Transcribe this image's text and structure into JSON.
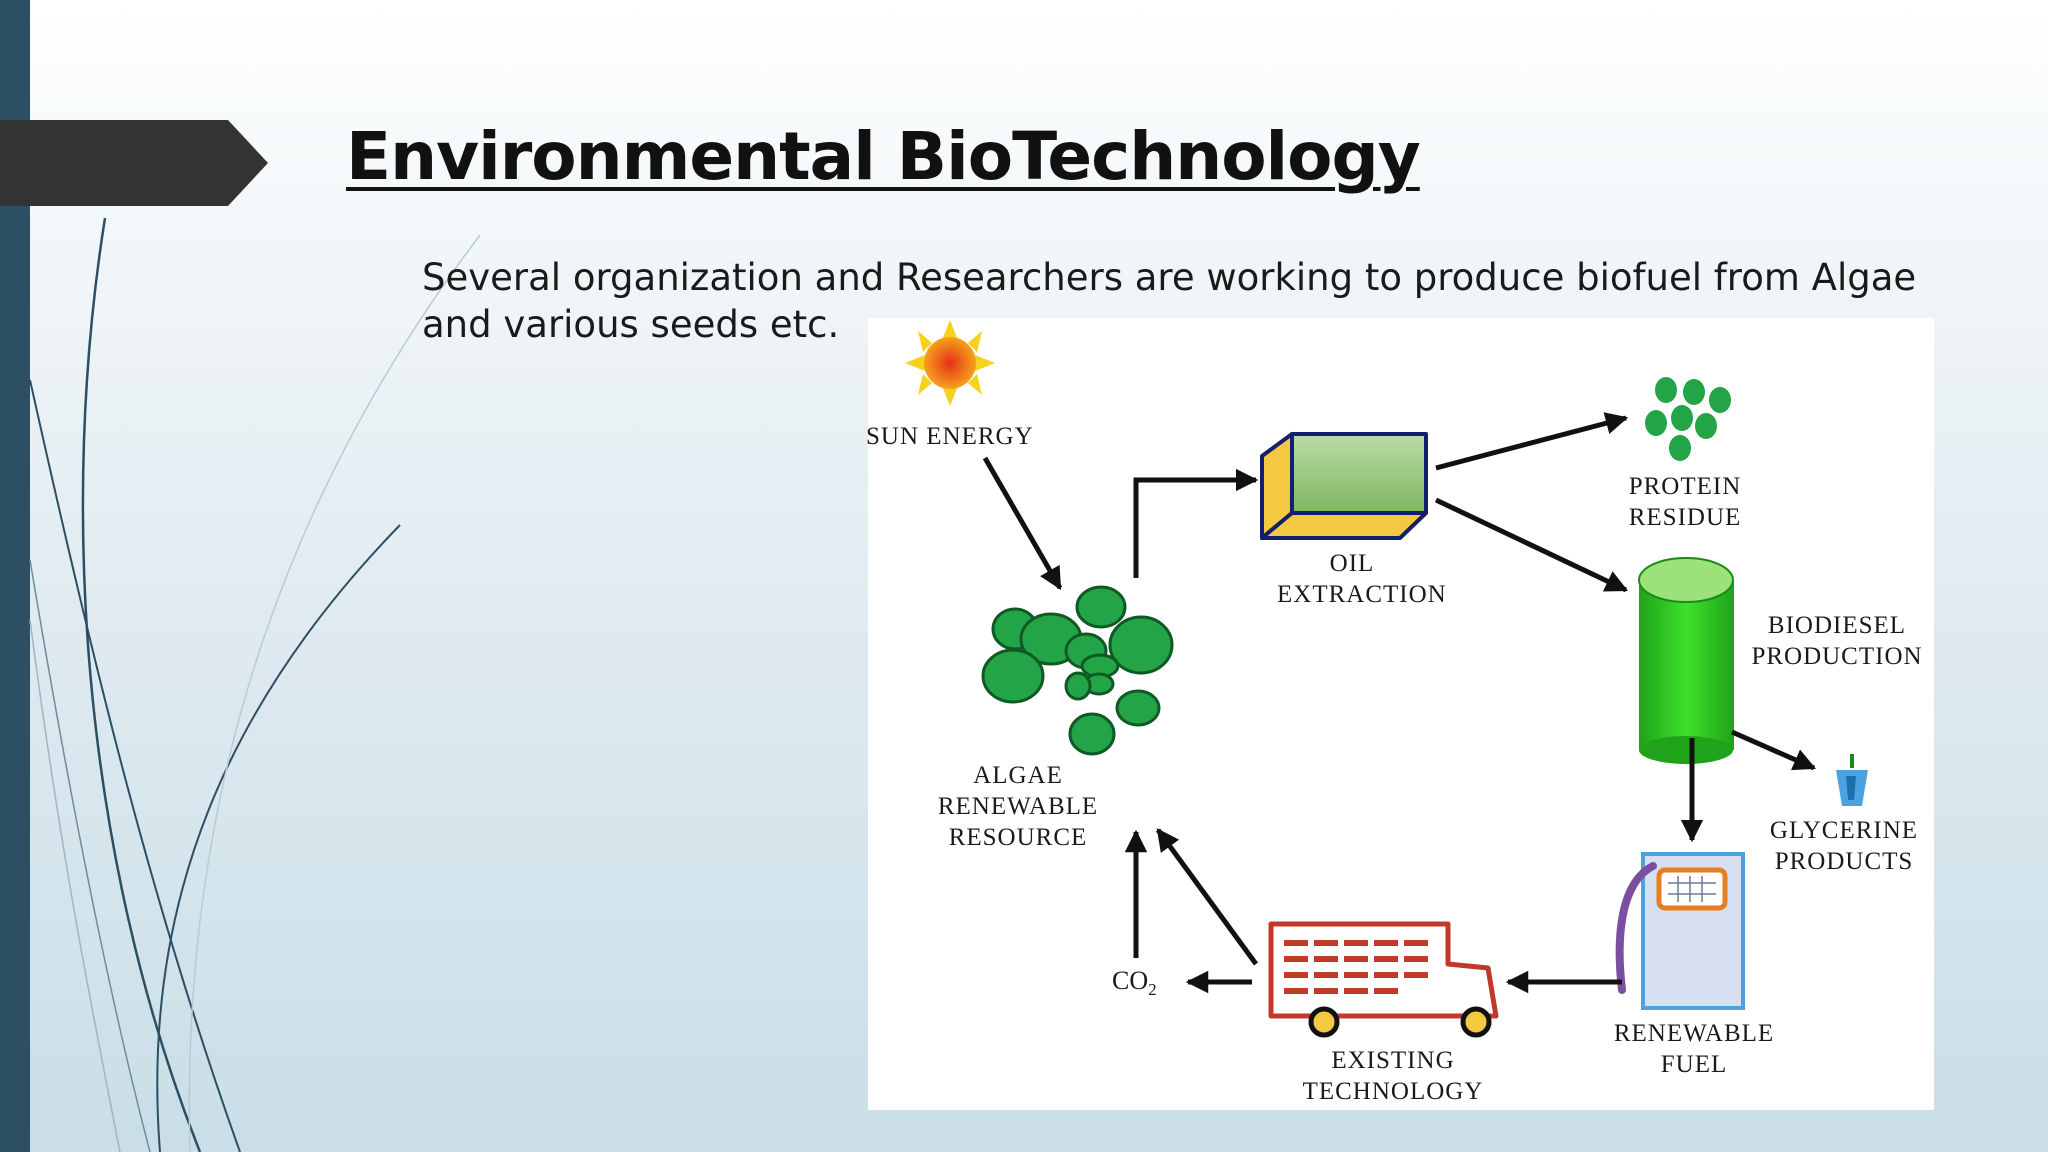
{
  "slide": {
    "title": "Environmental BioTechnology",
    "body": "Several organization and Researchers are working to produce biofuel from Algae and various seeds etc."
  },
  "diagram": {
    "labels": {
      "sun_energy": "SUN ENERGY",
      "oil_extraction_1": "OIL",
      "oil_extraction_2": "EXTRACTION",
      "protein_residue_1": "PROTEIN",
      "protein_residue_2": "RESIDUE",
      "biodiesel_production_1": "BIODIESEL",
      "biodiesel_production_2": "PRODUCTION",
      "glycerine_products_1": "GLYCERINE",
      "glycerine_products_2": "PRODUCTS",
      "renewable_fuel_1": "RENEWABLE",
      "renewable_fuel_2": "FUEL",
      "existing_technology_1": "EXISTING",
      "existing_technology_2": "TECHNOLOGY",
      "algae_1": "ALGAE",
      "algae_2": "RENEWABLE",
      "algae_3": "RESOURCE",
      "co2_main": "CO",
      "co2_sub": "2"
    }
  },
  "colors": {
    "accent_dark": "#2d4f63",
    "tab": "#333333",
    "algae_green": "#22a447",
    "cylinder_green": "#2cc21f",
    "box_yellow": "#f5c842",
    "truck_red": "#c0392b",
    "pump_purple": "#7b4fa0"
  }
}
